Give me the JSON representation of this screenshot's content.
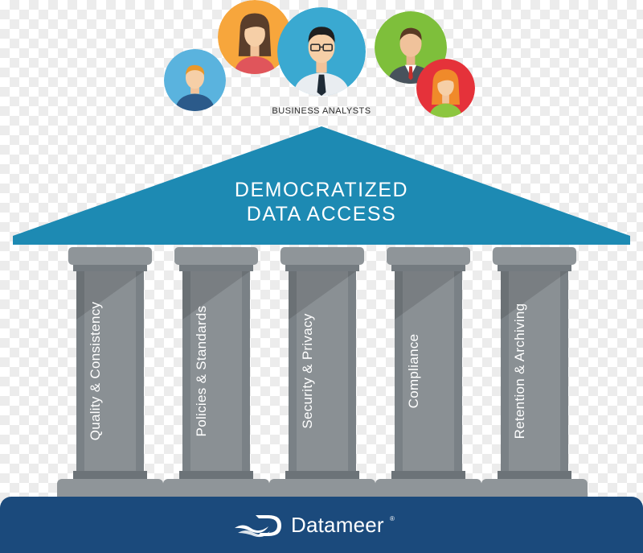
{
  "users_caption": "BUSINESS ANALYSTS",
  "avatars": [
    {
      "icon": "young-man-avatar-icon",
      "background": "#5ab3de"
    },
    {
      "icon": "woman-avatar-icon",
      "background": "#f7a63c"
    },
    {
      "icon": "man-with-glasses-avatar-icon",
      "background": "#3aa9d1"
    },
    {
      "icon": "man-in-suit-avatar-icon",
      "background": "#7ebf3b"
    },
    {
      "icon": "redhead-woman-avatar-icon",
      "background": "#e5323a"
    }
  ],
  "roof": {
    "line1": "DEMOCRATIZED",
    "line2": "DATA ACCESS",
    "color": "#1d8ab3"
  },
  "pillars": [
    {
      "label": "Quality & Consistency"
    },
    {
      "label": "Policies & Standards"
    },
    {
      "label": "Security & Privacy"
    },
    {
      "label": "Compliance"
    },
    {
      "label": "Retention & Archiving"
    }
  ],
  "floor": {
    "brand": "Datameer",
    "trademark": "®",
    "color": "#1b4a7c"
  }
}
